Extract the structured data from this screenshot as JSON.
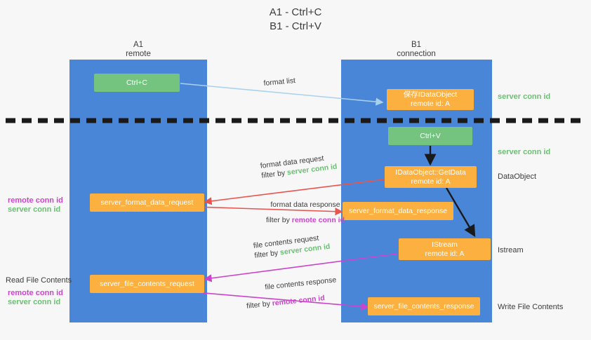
{
  "title": {
    "line1": "A1 - Ctrl+C",
    "line2": "B1 - Ctrl+V"
  },
  "colors": {
    "lane": "#4a86d8",
    "node_green": "#74c480",
    "node_orange": "#fbb040",
    "server_conn": "#6cbf73",
    "remote_conn": "#cc44cc",
    "arrow_blue": "#a8d1ef",
    "arrow_red": "#e8554e",
    "arrow_magenta": "#cc44cc",
    "arrow_dark": "#1a1a1a",
    "text": "#3c3c3c",
    "background": "#f7f7f7"
  },
  "columns": [
    {
      "name": "A1",
      "subtitle": "remote"
    },
    {
      "name": "B1",
      "subtitle": "connection"
    }
  ],
  "nodes": {
    "ctrl_c": {
      "line1": "Ctrl+C",
      "line2": ""
    },
    "ctrl_v": {
      "line1": "Ctrl+V",
      "line2": ""
    },
    "save_dataobject": {
      "line1": "保存IDataObject",
      "line2": "remote id: A"
    },
    "getdata": {
      "line1": "IDataObject::GetData",
      "line2": "remote id: A"
    },
    "istream": {
      "line1": "IStream",
      "line2": "remote id: A"
    },
    "server_format_data_request": {
      "line1": "server_format_data_request",
      "line2": ""
    },
    "server_format_data_response": {
      "line1": "server_format_data_response",
      "line2": ""
    },
    "server_file_contents_request": {
      "line1": "server_file_contents_request",
      "line2": ""
    },
    "server_file_contents_response": {
      "line1": "server_file_contents_response",
      "line2": ""
    }
  },
  "edge_labels": {
    "format_list": "format list",
    "format_data_request": "format data request",
    "format_data_request_filter_prefix": "filter by ",
    "format_data_request_filter_value": "server conn id",
    "format_data_response": "format data response",
    "format_data_response_filter_prefix": "filter by ",
    "format_data_response_filter_value": "remote conn id",
    "file_contents_request": "file contents request",
    "file_contents_request_filter_prefix": "filter by ",
    "file_contents_request_filter_value": "server conn id",
    "file_contents_response": "file contents response",
    "file_contents_response_filter_prefix": "filter by ",
    "file_contents_response_filter_value": "remote conn id"
  },
  "right_labels": {
    "server_conn_id_top": "server conn id",
    "server_conn_id_mid": "server conn id",
    "dataobject": "DataObject",
    "istream": "Istream",
    "write_file_contents": "Write File Contents"
  },
  "left_labels": {
    "remote_conn_id_upper": "remote conn id",
    "server_conn_id_upper": "server conn id",
    "read_file_contents": "Read File Contents",
    "remote_conn_id_lower": "remote conn id",
    "server_conn_id_lower": "server conn id"
  }
}
